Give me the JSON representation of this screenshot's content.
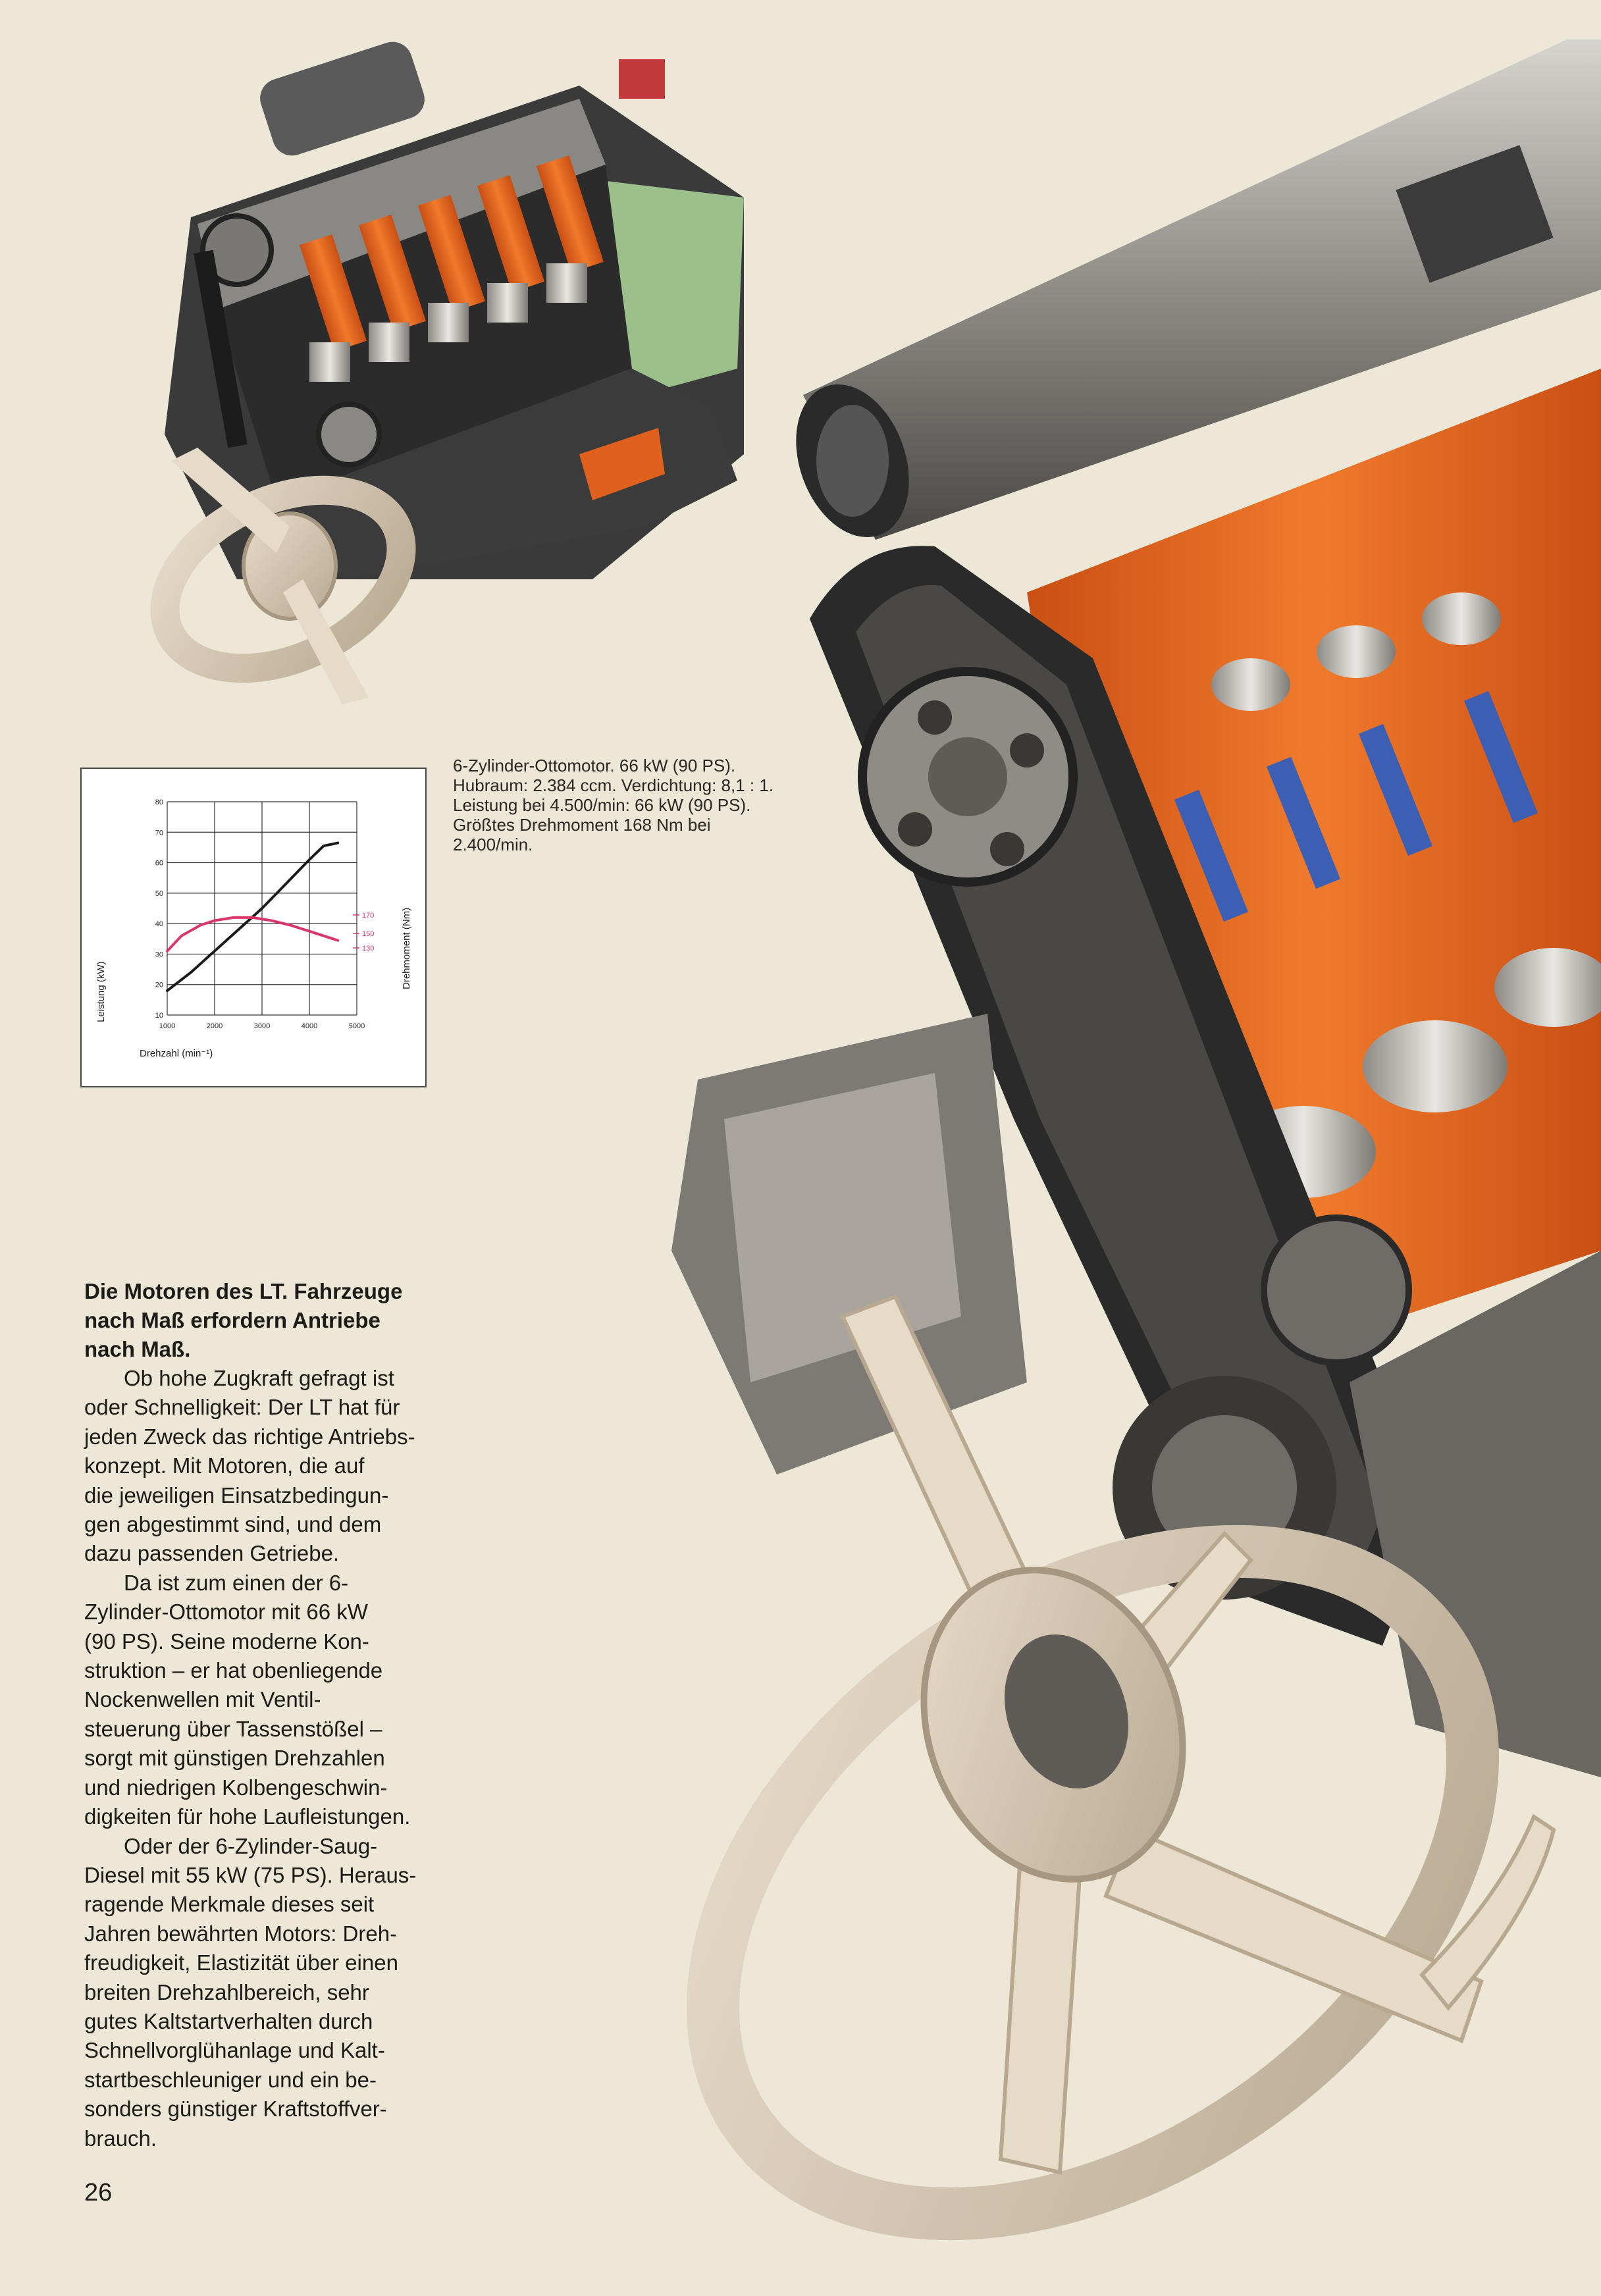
{
  "caption_lines": [
    "6-Zylinder-Ottomotor. 66 kW (90 PS).",
    "Hubraum: 2.384 ccm. Verdichtung: 8,1 : 1.",
    "Leistung bei 4.500/min: 66 kW (90 PS).",
    "Größtes Drehmoment 168 Nm bei",
    "2.400/min."
  ],
  "heading_lines": [
    "Die Motoren des LT. Fahrzeuge",
    "nach Maß erfordern Antriebe",
    "nach Maß."
  ],
  "body_lines": [
    "Ob hohe Zugkraft gefragt ist",
    "oder Schnelligkeit: Der LT hat für",
    "jeden Zweck das richtige Antriebs-",
    "konzept. Mit Motoren, die auf",
    "die jeweiligen Einsatzbedingun-",
    "gen abgestimmt sind, und dem",
    "dazu passenden Getriebe.",
    "Da ist zum einen der 6-",
    "Zylinder-Ottomotor mit 66 kW",
    "(90 PS). Seine moderne Kon-",
    "struktion – er hat obenliegende",
    "Nockenwellen mit Ventil-",
    "steuerung über Tassenstößel –",
    "sorgt mit günstigen Drehzahlen",
    "und niedrigen Kolbengeschwin-",
    "digkeiten für hohe Laufleistungen.",
    "Oder der 6-Zylinder-Saug-",
    "Diesel mit 55 kW (75 PS). Heraus-",
    "ragende Merkmale dieses seit",
    "Jahren bewährten Motors: Dreh-",
    "freudigkeit, Elastizität über einen",
    "breiten Drehzahlbereich, sehr",
    "gutes Kaltstartverhalten durch",
    "Schnellvorglühanlage und Kalt-",
    "startbeschleuniger und ein be-",
    "sonders günstiger Kraftstoffver-",
    "brauch."
  ],
  "page_number": "26",
  "chart_data": {
    "type": "line",
    "xlabel": "Drehzahl (min⁻¹)",
    "ylabel": "Leistung (kW)",
    "y2label": "Drehmoment (Nm)",
    "xlim": [
      1000,
      5000
    ],
    "ylim": [
      10,
      80
    ],
    "x_ticks": [
      "1000",
      "2000",
      "3000",
      "4000",
      "5000"
    ],
    "y_ticks": [
      "10",
      "20",
      "30",
      "40",
      "50",
      "60",
      "70",
      "80"
    ],
    "y2_ticks": [
      "170",
      "150",
      "130"
    ],
    "series": [
      {
        "color": "#1a1a1a",
        "x": [
          1000,
          1500,
          2000,
          2500,
          3000,
          3500,
          4000,
          4300,
          4600
        ],
        "y": [
          18,
          24,
          31,
          38,
          45,
          53,
          61,
          65.5,
          66.5
        ]
      },
      {
        "color": "#d9376a",
        "x": [
          1000,
          1300,
          1700,
          2000,
          2400,
          2800,
          3200,
          3600,
          4000,
          4300,
          4600
        ],
        "y": [
          31,
          36,
          39.5,
          41,
          42,
          42,
          41,
          39.5,
          37.5,
          36,
          34.5
        ]
      }
    ]
  },
  "colors": {
    "page_background": "#ece7d6",
    "engine_orange": "#e0601e",
    "valve_blue": "#3c5fb4",
    "coolant_green": "#4a9b4c",
    "housing_grey": "#9b978f",
    "torque_red": "#d9376a"
  }
}
